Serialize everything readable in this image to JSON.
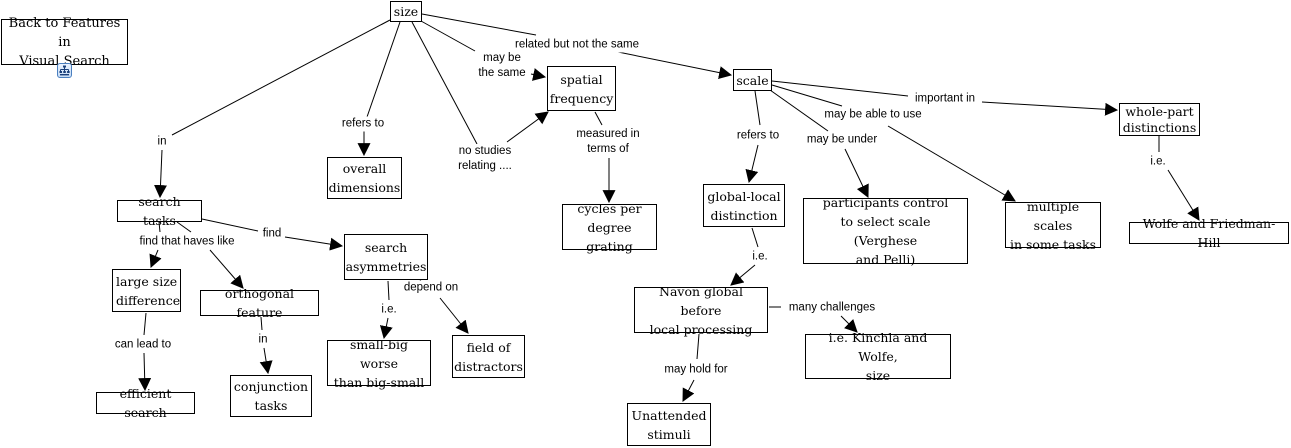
{
  "concept_map": {
    "back_link": {
      "label": "Back to Features in\nVisual Search",
      "icon": "concept-map-link-icon"
    },
    "nodes": {
      "size": "size",
      "spatial_frequency": "spatial\nfrequency",
      "scale": "scale",
      "whole_part": "whole-part\ndistinctions",
      "overall_dimensions": "overall\ndimensions",
      "search_tasks": "search tasks",
      "cycles_per_degree": "cycles per\ndegree grating",
      "global_local": "global-local\ndistinction",
      "participants_control": "participants control\nto select scale (Verghese\nand Pelli)",
      "multiple_scales": "multiple scales\nin some tasks",
      "wolfe_friedman": "Wolfe and Friedman-Hill",
      "large_size": "large size\ndifference",
      "orthogonal_feature": "orthogonal feature",
      "search_asymmetries": "search\nasymmetries",
      "navon": "Navon global before\nlocal processing",
      "small_big": "small-big worse\nthan big-small",
      "field_distractors": "field of\ndistractors",
      "efficient_search": "efficient search",
      "conjunction_tasks": "conjunction\ntasks",
      "kinchla_wolfe": "i.e. Kinchla and Wolfe,\nsize",
      "unattended_stimuli": "Unattended\nstimuli"
    },
    "links": {
      "size_in": "in",
      "size_refers_to": "refers to",
      "size_no_studies": "no studies\nrelating ....",
      "size_may_be_same": "may be\nthe same",
      "size_related": "related but not the same",
      "sf_measured": "measured in\nterms of",
      "scale_important": "important in",
      "scale_able": "may be able to use",
      "scale_under": "may be under",
      "scale_refers": "refers to",
      "whole_ie": "i.e.",
      "tasks_find_that": "find that",
      "tasks_behaves_like": "haves like",
      "tasks_find": "find",
      "large_can_lead": "can lead to",
      "ortho_in": "in",
      "asym_ie": "i.e.",
      "asym_depend": "depend on",
      "global_ie": "i.e.",
      "navon_challenges": "many challenges",
      "navon_may_hold": "may hold for"
    }
  }
}
